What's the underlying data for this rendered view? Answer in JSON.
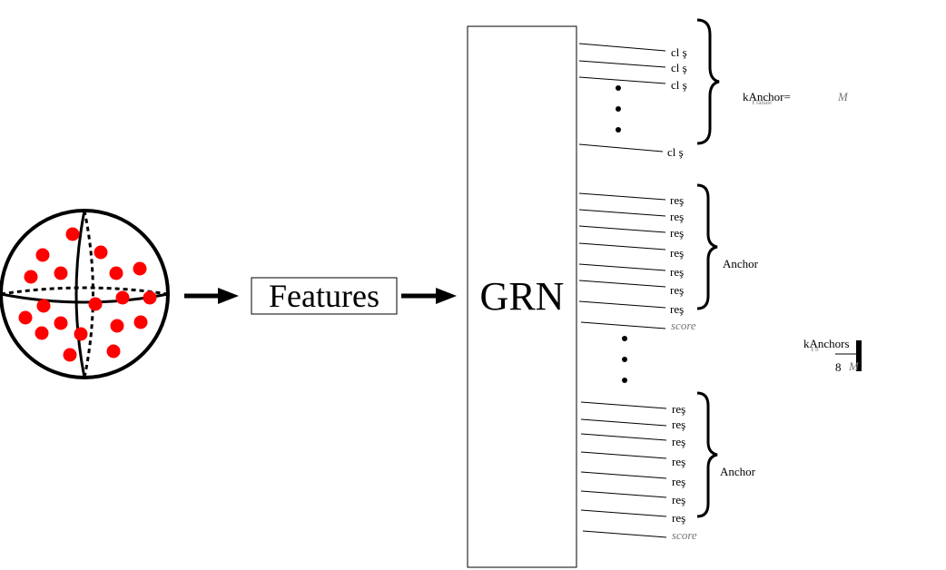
{
  "colors": {
    "background": "#ffffff",
    "stroke": "#000000",
    "points": "#ff0000",
    "muted": "#777777"
  },
  "features_label": "Features",
  "network_label": "GRN",
  "cls_outputs": [
    "cl ş",
    "cl ş",
    "cl ş",
    "cl ş"
  ],
  "cls_group_label": "kAnchor=",
  "cls_group_sub": "ℓ ranale",
  "cls_group_var": "M",
  "reg_group_1": {
    "outputs": [
      "reş",
      "reş",
      "reş",
      "reş",
      "reş",
      "reş",
      "reş"
    ],
    "score": "score",
    "label": "Anchor"
  },
  "reg_group_2": {
    "outputs": [
      "reş",
      "reş",
      "reş",
      "reş",
      "reş",
      "reş",
      "reş"
    ],
    "score": "score",
    "label": "Anchor"
  },
  "total_label": "kAnchors",
  "total_sub": "ℓ 8",
  "total_var": "M",
  "icons": [
    "sphere-point-cloud-icon",
    "right-arrow-icon",
    "curly-brace-icon",
    "ellipsis-dots-icon"
  ]
}
